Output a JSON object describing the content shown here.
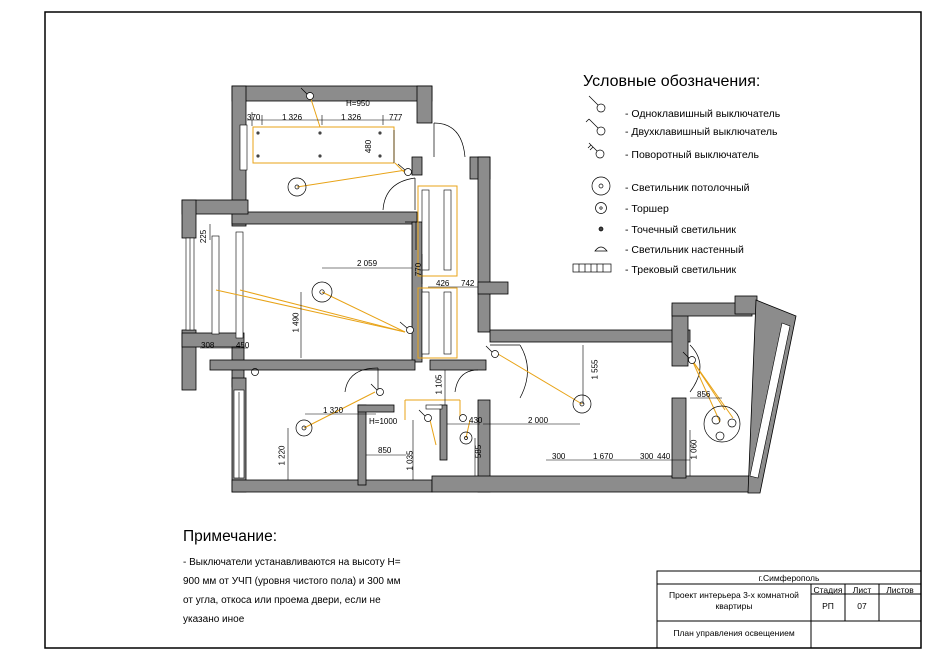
{
  "legend": {
    "title": "Условные обозначения:",
    "items": [
      {
        "label": "- Одноклавишный выключатель",
        "icon": "single-switch-icon"
      },
      {
        "label": "- Двухклавишный выключатель",
        "icon": "double-switch-icon"
      },
      {
        "label": "- Поворотный выключатель",
        "icon": "rotary-switch-icon"
      },
      {
        "label": "- Светильник потолочный",
        "icon": "ceiling-light-icon"
      },
      {
        "label": "- Торшер",
        "icon": "floor-lamp-icon"
      },
      {
        "label": "- Точечный светильник",
        "icon": "spot-light-icon"
      },
      {
        "label": "- Светильник настенный",
        "icon": "wall-light-icon"
      },
      {
        "label": "- Трековый светильник",
        "icon": "track-light-icon"
      }
    ]
  },
  "note": {
    "title": "Примечание:",
    "text": "- Выключатели устанавливаются на высоту Н= 900 мм от УЧП (уровня чистого пола) и 300 мм от угла, откоса или проема двери, если не указано иное"
  },
  "title_block": {
    "city": "г.Симферополь",
    "project": "Проект интерьера 3-х комнатной квартиры",
    "stage_header": "Стадия",
    "sheet_header": "Лист",
    "sheets_header": "Листов",
    "stage": "РП",
    "sheet": "07",
    "sheets": "",
    "drawing_title": "План управления освещением"
  },
  "dimensions": {
    "d370": "370",
    "d1326a": "1 326",
    "d1326b": "1 326",
    "d777": "777",
    "h950": "H=950",
    "d480": "480",
    "d225": "225",
    "d2059": "2 059",
    "d770": "770",
    "d426": "426",
    "d742": "742",
    "d1490": "1 490",
    "d308": "308",
    "d450": "450",
    "d1555": "1 555",
    "d1105": "1 105",
    "d1320": "1 320",
    "h1000": "H=1000",
    "d430": "430",
    "d2000": "2 000",
    "d856": "856",
    "d1220": "1 220",
    "d850": "850",
    "d1035": "1 035",
    "d585": "585",
    "d300a": "300",
    "d1670": "1 670",
    "d300b": "300",
    "d440": "440",
    "d1060": "1 060"
  },
  "colors": {
    "wall": "#8c8c8c",
    "wiring": "#e8a317",
    "line": "#000000"
  }
}
